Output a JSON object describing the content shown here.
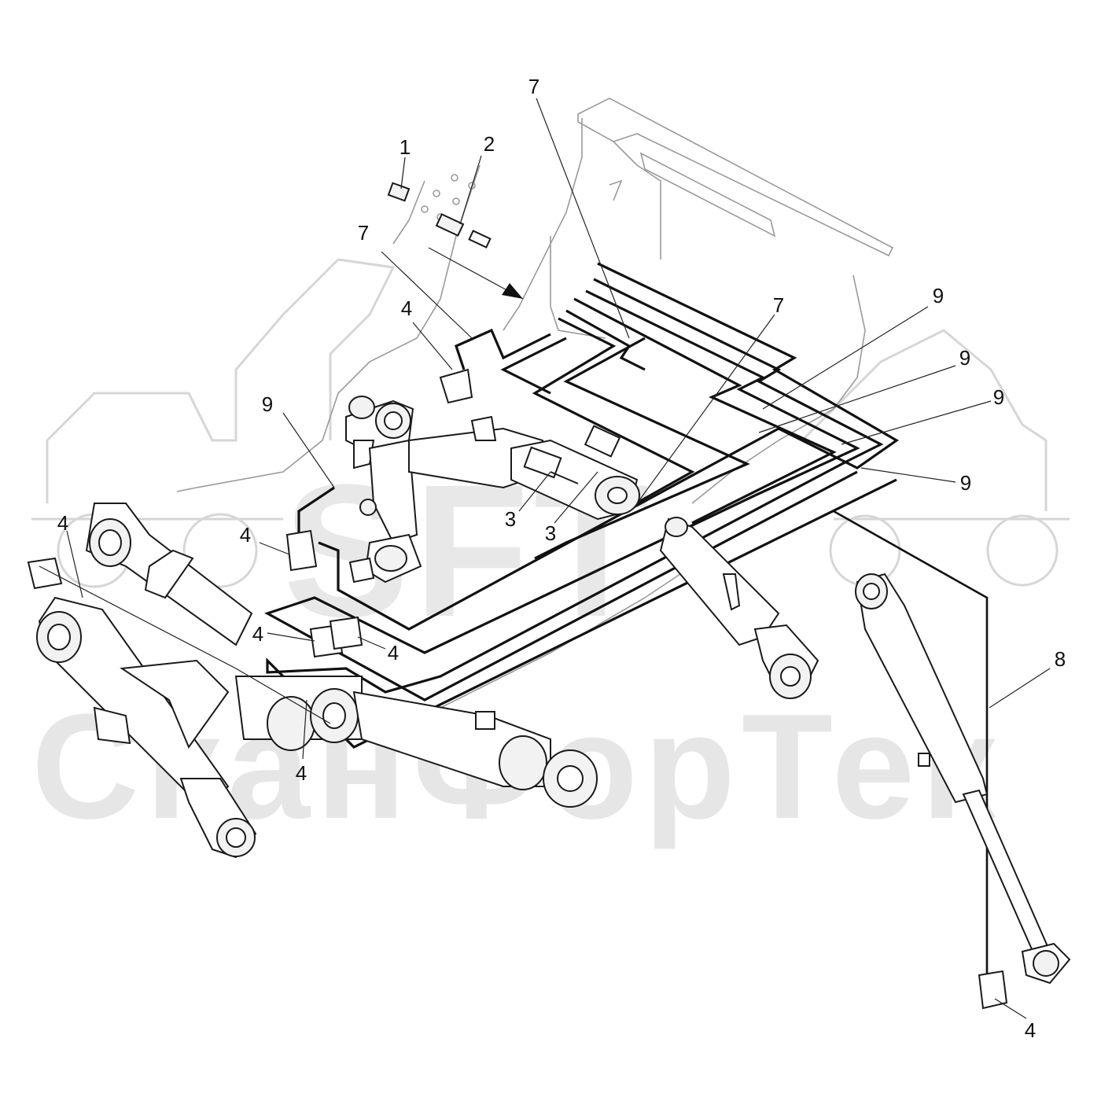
{
  "watermark": {
    "logo_text": "SFT",
    "company_name": "СканФорТек"
  },
  "callouts": [
    {
      "id": "c1",
      "label": "1"
    },
    {
      "id": "c2",
      "label": "2"
    },
    {
      "id": "c7a",
      "label": "7"
    },
    {
      "id": "c7b",
      "label": "7"
    },
    {
      "id": "c7c",
      "label": "7"
    },
    {
      "id": "c4a",
      "label": "4"
    },
    {
      "id": "c9a",
      "label": "9"
    },
    {
      "id": "c9b",
      "label": "9"
    },
    {
      "id": "c9c",
      "label": "9"
    },
    {
      "id": "c9d",
      "label": "9"
    },
    {
      "id": "c9e",
      "label": "9"
    },
    {
      "id": "c3a",
      "label": "3"
    },
    {
      "id": "c3b",
      "label": "3"
    },
    {
      "id": "c4b",
      "label": "4"
    },
    {
      "id": "c4c",
      "label": "4"
    },
    {
      "id": "c4d",
      "label": "4"
    },
    {
      "id": "c4e",
      "label": "4"
    },
    {
      "id": "c4f",
      "label": "4"
    },
    {
      "id": "c4g",
      "label": "4"
    },
    {
      "id": "c8",
      "label": "8"
    }
  ]
}
